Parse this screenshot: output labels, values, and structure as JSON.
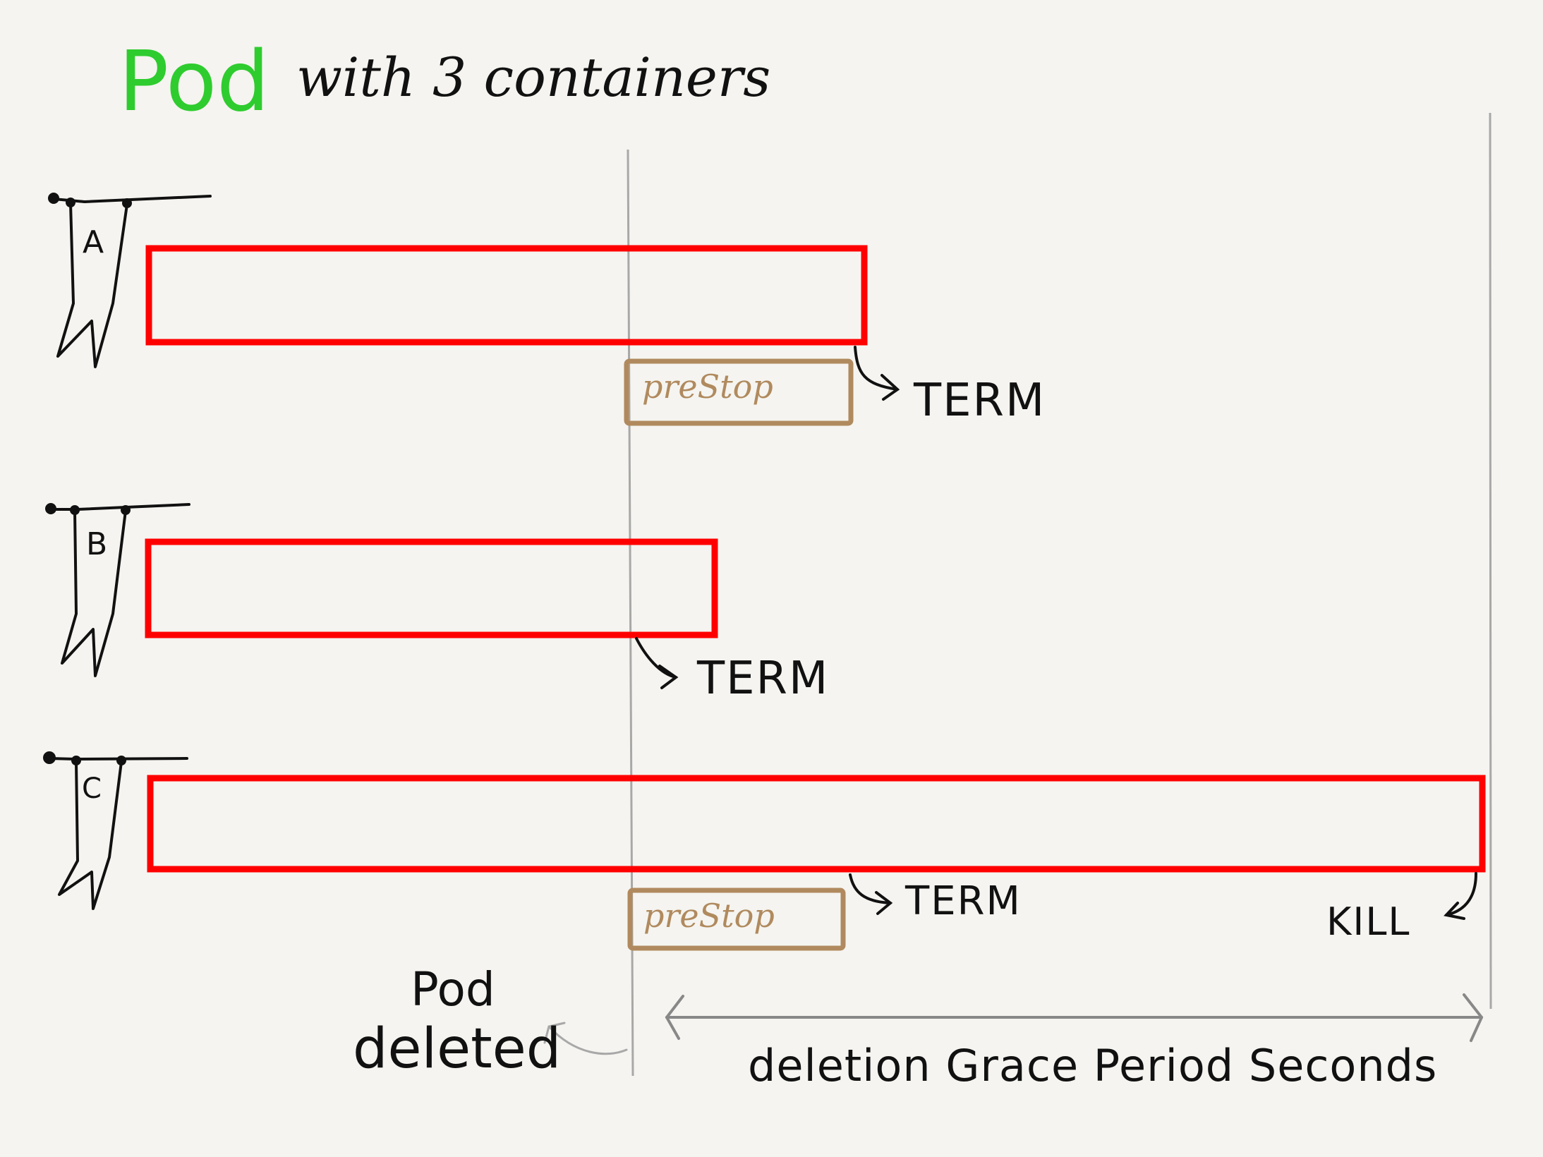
{
  "title": {
    "pod": "Pod",
    "subtitle": "with 3 containers"
  },
  "colors": {
    "background": "#f5f4f0",
    "pod_title": "#2ecc2e",
    "container_bar": "#ff0000",
    "prestop_box": "#b08a5e",
    "ink": "#111111",
    "guide_line": "#a8a8a8"
  },
  "containers": [
    {
      "label": "A",
      "term_label": "TERM",
      "prestop_label": "preStop"
    },
    {
      "label": "B",
      "term_label": "TERM"
    },
    {
      "label": "C",
      "term_label": "TERM",
      "prestop_label": "preStop",
      "kill_label": "KILL"
    }
  ],
  "annotations": {
    "pod_deleted_line1": "Pod",
    "pod_deleted_line2": "deleted",
    "grace_period": "deletion Grace Period Seconds"
  },
  "icons": [
    "flag-icon",
    "arrow-icon"
  ]
}
